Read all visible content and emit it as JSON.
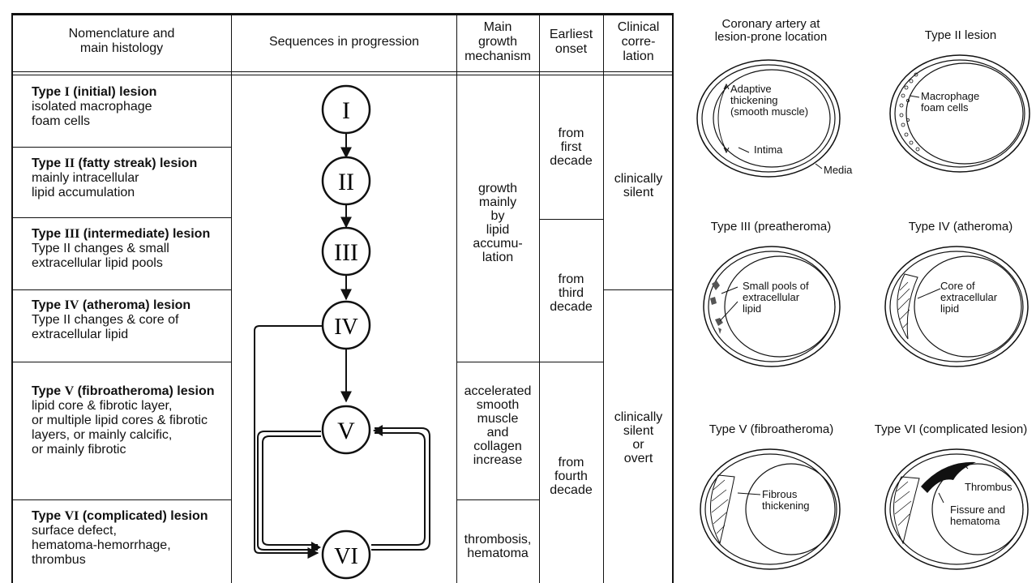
{
  "table": {
    "headers": {
      "nomenclature": "Nomenclature and\nmain histology",
      "sequences": "Sequences in progression",
      "mechanism": "Main\ngrowth\nmechanism",
      "onset": "Earliest\nonset",
      "clinical": "Clinical\ncorre-\nlation"
    },
    "rows": [
      {
        "type_pre": "Type ",
        "type_num": "I",
        "type_post": " (initial) lesion",
        "desc": "isolated macrophage\nfoam cells"
      },
      {
        "type_pre": "Type ",
        "type_num": "II",
        "type_post": " (fatty streak) lesion",
        "desc": "mainly intracellular\nlipid accumulation"
      },
      {
        "type_pre": "Type ",
        "type_num": "III",
        "type_post": " (intermediate) lesion",
        "desc": "Type II changes & small\nextracellular lipid pools"
      },
      {
        "type_pre": "Type ",
        "type_num": "IV",
        "type_post": " (atheroma) lesion",
        "desc": "Type II changes & core of\nextracellular lipid"
      },
      {
        "type_pre": "Type ",
        "type_num": "V",
        "type_post": " (fibroatheroma) lesion",
        "desc": "lipid core & fibrotic layer,\nor multiple lipid cores & fibrotic\nlayers, or mainly calcific,\nor mainly fibrotic"
      },
      {
        "type_pre": "Type ",
        "type_num": "VI",
        "type_post": " (complicated) lesion",
        "desc": "surface defect,\nhematoma-hemorrhage,\nthrombus"
      }
    ],
    "sequence_nodes": [
      "I",
      "II",
      "III",
      "IV",
      "V",
      "VI"
    ],
    "mechanisms": {
      "lipid": "growth\nmainly\nby\nlipid\naccumu-\nlation",
      "smooth_muscle": "accelerated\nsmooth\nmuscle\nand\ncollagen\nincrease",
      "thrombosis": "thrombosis,\nhematoma"
    },
    "onsets": {
      "first": "from\nfirst\ndecade",
      "third": "from\nthird\ndecade",
      "fourth": "from\nfourth\ndecade"
    },
    "clinical": {
      "silent": "clinically\nsilent",
      "overt": "clinically\nsilent\nor\novert"
    }
  },
  "figures": {
    "f1": {
      "title": "Coronary artery at\nlesion-prone location",
      "ann1": "Adaptive\nthickening\n(smooth muscle)",
      "ann2": "Intima",
      "ann3": "Media"
    },
    "f2": {
      "title": "Type II lesion",
      "ann1": "Macrophage\nfoam cells"
    },
    "f3": {
      "title": "Type III (preatheroma)",
      "ann1": "Small pools of\nextracellular\nlipid"
    },
    "f4": {
      "title": "Type IV (atheroma)",
      "ann1": "Core of\nextracellular\nlipid"
    },
    "f5": {
      "title": "Type V (fibroatheroma)",
      "ann1": "Fibrous\nthickening"
    },
    "f6": {
      "title": "Type VI (complicated lesion)",
      "ann1": "Thrombus",
      "ann2": "Fissure and\nhematoma"
    }
  }
}
